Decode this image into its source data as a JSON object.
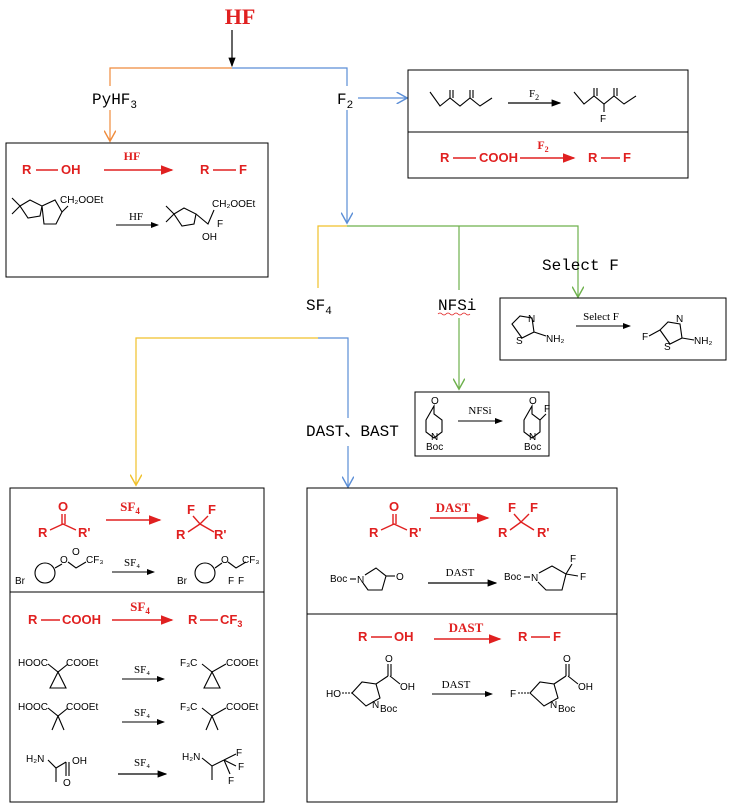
{
  "colors": {
    "orange": "#ef8b3c",
    "blue": "#5b8ed6",
    "green": "#6db04c",
    "yellow": "#f0c02a",
    "red": "#e02020"
  },
  "root": {
    "label": "HF"
  },
  "branches": {
    "pyhf3": {
      "main": "PyHF",
      "sub": "3"
    },
    "f2": {
      "main": "F",
      "sub": "2"
    },
    "select_f": {
      "label": "Select F"
    },
    "nfsi": {
      "label": "NFSi"
    },
    "sf4": {
      "main": "SF",
      "sub": "4"
    },
    "dast_bast": {
      "label": "DAST、BAST"
    }
  },
  "hf_box": {
    "generic": {
      "reactant": "R",
      "group": "OH",
      "reagent": "HF",
      "product_r": "R",
      "product_f": "F"
    },
    "example": {
      "reagent": "HF",
      "label_ch2ooet_1": "CH₂OOEt",
      "label_ch2ooet_2": "CH₂OOEt",
      "label_oh": "OH",
      "label_f": "F"
    }
  },
  "f2_box": {
    "example": {
      "reagent_main": "F",
      "reagent_sub": "2",
      "product_f": "F"
    },
    "generic": {
      "reactant": "R",
      "group": "COOH",
      "reagent_main": "F",
      "reagent_sub": "2",
      "product_r": "R",
      "product_f": "F"
    }
  },
  "select_f_box": {
    "reagent": "Select F",
    "reactant_label": "NH₂",
    "reactant_n": "N",
    "reactant_s": "S",
    "product_label": "NH₂",
    "product_n": "N",
    "product_s": "S",
    "product_f": "F"
  },
  "nfsi_box": {
    "reagent": "NFSi",
    "reactant_o": "O",
    "reactant_n": "N",
    "reactant_boc": "Boc",
    "product_o": "O",
    "product_n": "N",
    "product_boc": "Boc",
    "product_f": "F"
  },
  "sf4_box_top": {
    "generic": {
      "r1": "R",
      "r2": "R'",
      "o": "O",
      "reagent_main": "SF",
      "reagent_sub": "4",
      "p_f1": "F",
      "p_f2": "F",
      "p_r1": "R",
      "p_r2": "R'"
    },
    "example": {
      "reagent": "SF₄",
      "br1": "Br",
      "br2": "Br",
      "o1": "O",
      "o2": "O",
      "o3": "O",
      "cf3_1": "CF₃",
      "cf3_2": "CF₃",
      "f1": "F",
      "f2": "F"
    }
  },
  "sf4_box_bottom": {
    "generic": {
      "reactant": "R",
      "group": "COOH",
      "reagent_main": "SF",
      "reagent_sub": "4",
      "product_r": "R",
      "product_group": "CF",
      "product_sub": "3"
    },
    "ex1": {
      "left": "HOOC",
      "right": "COOEt",
      "reagent": "SF₄",
      "p_left": "F₃C",
      "p_right": "COOEt"
    },
    "ex2": {
      "left": "HOOC",
      "right": "COOEt",
      "reagent": "SF₄",
      "p_left": "F₃C",
      "p_right": "COOEt"
    },
    "ex3": {
      "h2n": "H₂N",
      "oh": "OH",
      "o": "O",
      "reagent": "SF₄",
      "p_h2n": "H₂N",
      "p_f1": "F",
      "p_f2": "F",
      "p_f3": "F"
    }
  },
  "dast_box_top": {
    "generic": {
      "r1": "R",
      "r2": "R'",
      "o": "O",
      "reagent": "DAST",
      "p_f1": "F",
      "p_f2": "F",
      "p_r1": "R",
      "p_r2": "R'"
    },
    "example": {
      "boc": "Boc",
      "n": "N",
      "o": "O",
      "reagent": "DAST",
      "p_boc": "Boc",
      "p_n": "N",
      "p_f1": "F",
      "p_f2": "F"
    }
  },
  "dast_box_bottom": {
    "generic": {
      "reactant": "R",
      "group": "OH",
      "reagent": "DAST",
      "product_r": "R",
      "product_f": "F"
    },
    "example": {
      "ho": "HO",
      "n": "N",
      "boc": "Boc",
      "o": "O",
      "oh": "OH",
      "reagent": "DAST",
      "p_f": "F",
      "p_n": "N",
      "p_boc": "Boc",
      "p_o": "O",
      "p_oh": "OH"
    }
  }
}
